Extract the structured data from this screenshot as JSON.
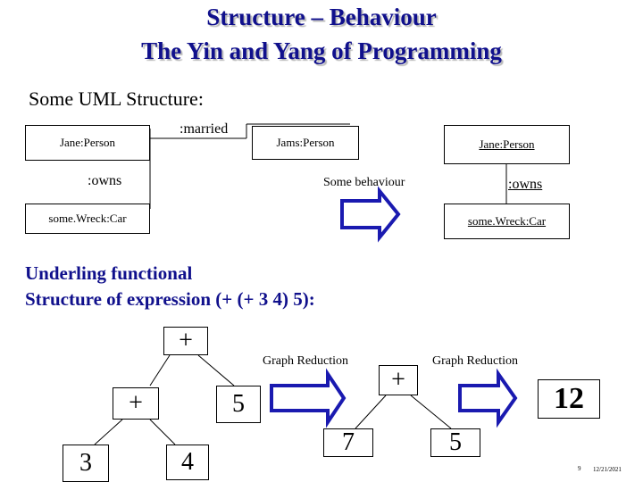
{
  "slide": {
    "title_line1": "Structure – Behaviour",
    "title_line2": "The Yin and Yang of Programming",
    "uml_heading": "Some UML Structure:",
    "expr_heading_line1": "Underling functional",
    "expr_heading_line2": "Structure of expression (+ (+  3 4) 5):",
    "page_number": "9",
    "date": "12/21/2021"
  },
  "uml": {
    "left": {
      "person": "Jane:Person",
      "married_label": ":married",
      "spouse": "Jams:Person",
      "owns_label": ":owns",
      "car": "some.Wreck:Car"
    },
    "behaviour_label": "Some behaviour",
    "right": {
      "person": "Jane:Person",
      "owns_label": ":owns",
      "car": "some.Wreck:Car"
    }
  },
  "tree": {
    "initial": {
      "root": "+",
      "inner": "+",
      "leaf_a": "3",
      "leaf_b": "4",
      "leaf_c": "5"
    },
    "reduction_label_1": "Graph Reduction",
    "step1": {
      "root": "+",
      "left": "7",
      "right": "5"
    },
    "reduction_label_2": "Graph Reduction",
    "result": "12"
  },
  "colors": {
    "title": "#10108c",
    "arrow_fill": "#1a1ab0",
    "text": "#000000"
  }
}
